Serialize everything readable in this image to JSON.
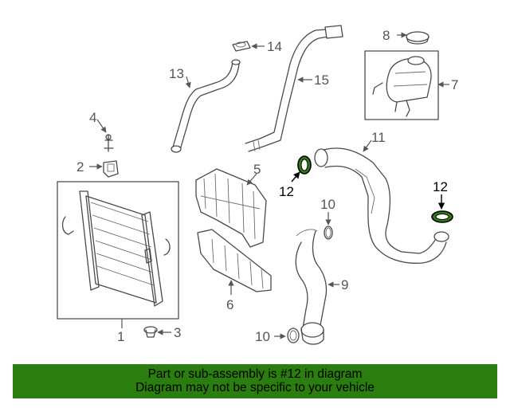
{
  "callouts": {
    "c1": "1",
    "c2": "2",
    "c3": "3",
    "c4": "4",
    "c5": "5",
    "c6": "6",
    "c7": "7",
    "c8": "8",
    "c9": "9",
    "c10a": "10",
    "c10b": "10",
    "c11": "11",
    "c12a": "12",
    "c12b": "12",
    "c13": "13",
    "c14": "14",
    "c15": "15"
  },
  "highlight_color": "#2a7d0e",
  "banner": {
    "line1": "Part or sub-assembly is #12 in diagram",
    "line2": "Diagram may not be specific to your vehicle"
  }
}
